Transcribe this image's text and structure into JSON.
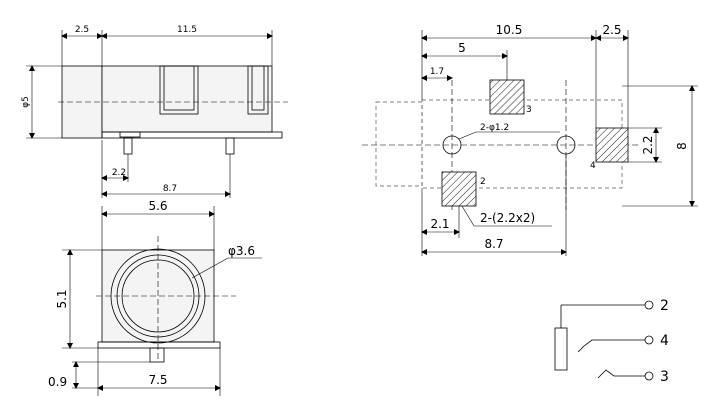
{
  "side_view": {
    "dim_top_left": "2.5",
    "dim_top_right": "11.5",
    "dim_left": "φ5",
    "dim_bottom_small": "2.2",
    "dim_bottom_long": "8.7"
  },
  "front_view": {
    "dim_width": "5.6",
    "dim_height": "5.1",
    "dim_circle": "φ3.6",
    "dim_foot": "0.9",
    "dim_base": "7.5"
  },
  "footprint": {
    "dim_total": "10.5",
    "dim_right": "2.5",
    "dim_half": "5",
    "dim_hole_offset": "1.7",
    "dim_height": "8",
    "dim_pad_height": "2.2",
    "label_holes": "2-φ1.2",
    "label_pads": "2-(2.2x2)",
    "dim_pad_offset": "2.1",
    "dim_length": "8.7",
    "pin_label_3": "3",
    "pin_label_4": "4",
    "pin_label_2": "2"
  },
  "schematic": {
    "pin_2": "2",
    "pin_4": "4",
    "pin_3": "3"
  }
}
